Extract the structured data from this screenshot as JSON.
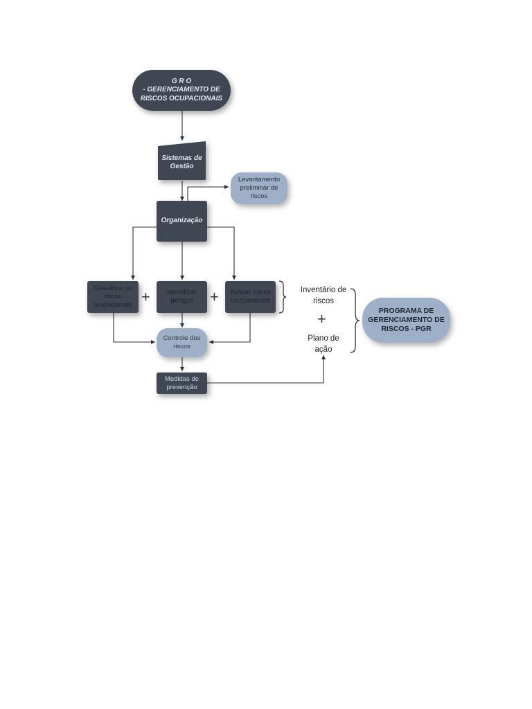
{
  "nodes": {
    "gro": {
      "line1": "G R O",
      "line2": "- GERENCIAMENTO DE",
      "line3": "RISCOS OCUPACIONAIS"
    },
    "sistemas": {
      "line1": "Sistemas de",
      "line2": "Gestão"
    },
    "levantamento": {
      "line1": "Levantamento",
      "line2": "preliminar de",
      "line3": "riscos"
    },
    "organizacao": {
      "label": "Organização"
    },
    "classificar": {
      "line1": "Classificar os",
      "line2": "riscos",
      "line3": "ocupacionais"
    },
    "identificar": {
      "line1": "Identificar",
      "line2": "perigos"
    },
    "avaliar": {
      "line1": "Avaliar riscos",
      "line2": "ocupacionais"
    },
    "controle": {
      "line1": "Controle dos",
      "line2": "riscos"
    },
    "medidas": {
      "line1": "Medidas de",
      "line2": "prevenção"
    },
    "inventario": {
      "line1": "Inventário de",
      "line2": "riscos"
    },
    "plano": {
      "line1": "Plano de",
      "line2": "ação"
    },
    "pgr": {
      "line1": "PROGRAMA DE",
      "line2": "GERENCIAMENTO DE",
      "line3": "RISCOS - PGR"
    }
  },
  "symbols": {
    "plus": "+"
  },
  "colors": {
    "dark_box": "#3e4752",
    "light_box": "#9eb0c8",
    "connector": "#2b2f34"
  }
}
